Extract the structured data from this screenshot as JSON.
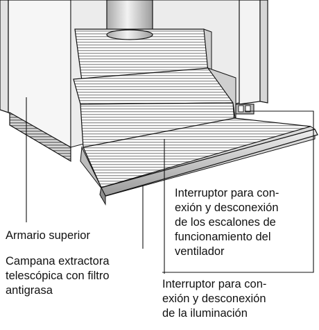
{
  "labels": {
    "upper_cabinet": [
      "Armario superior"
    ],
    "telescopic_hood": [
      "Campana extractora",
      "telescópica con filtro",
      "antigrasa"
    ],
    "light_switch": [
      "Interruptor para con-",
      "exión y desconexión",
      "de la iluminación"
    ],
    "fan_switch": [
      "Interruptor para con-",
      "exión y desconexión",
      "de los escalones de",
      "funcionamiento del",
      "ventilador"
    ]
  }
}
